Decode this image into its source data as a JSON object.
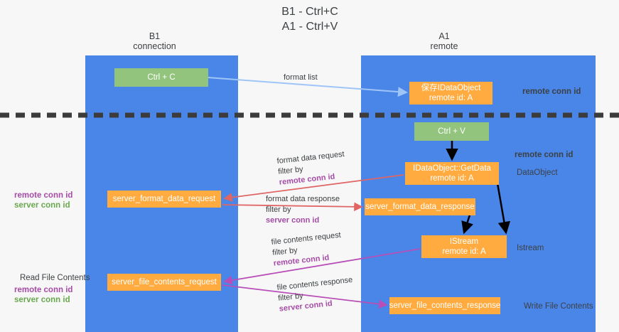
{
  "title": {
    "line1": "B1 - Ctrl+C",
    "line2": "A1 - Ctrl+V"
  },
  "lanes": [
    {
      "id": "b1",
      "name": "B1",
      "sub": "connection",
      "color": "#4a86e8"
    },
    {
      "id": "a1",
      "name": "A1",
      "sub": "remote",
      "color": "#4a86e8"
    }
  ],
  "colors": {
    "lane": "#4a86e8",
    "green_box": "#93c47d",
    "orange_box": "#ffab40",
    "purple_text": "#a64ca6",
    "green_text": "#6aa84f",
    "blue_arrow": "#9fc5f8",
    "red_arrow": "#e06666",
    "magenta_arrow": "#b84fb8",
    "black_arrow": "#000000",
    "separator": "#3c3c3c",
    "background": "#f7f7f7"
  },
  "nodes": {
    "ctrl_c": {
      "label": "Ctrl + C",
      "style": "green"
    },
    "save_dataobject": {
      "line1": "保存IDataObject",
      "line2": "remote id: A",
      "style": "orange"
    },
    "ctrl_v": {
      "label": "Ctrl + V",
      "style": "green"
    },
    "getdata": {
      "line1": "IDataObject::GetData",
      "line2": "remote id: A",
      "style": "orange"
    },
    "server_format_data_request": {
      "label": "server_format_data_request",
      "style": "orange"
    },
    "server_format_data_response": {
      "label": "server_format_data_response",
      "style": "orange"
    },
    "istream": {
      "line1": "IStream",
      "line2": "remote id: A",
      "style": "orange"
    },
    "server_file_contents_request": {
      "label": "server_file_contents_request",
      "style": "orange"
    },
    "server_file_contents_response": {
      "label": "server_file_contents_response",
      "style": "orange"
    }
  },
  "right_labels": {
    "remote_conn_id_top": "remote conn id",
    "remote_conn_id_mid": "remote conn id",
    "dataobject": "DataObject",
    "istream": "Istream",
    "write_file_contents": "Write File Contents"
  },
  "left_labels": {
    "remote_conn_id_1": "remote conn id",
    "server_conn_id_1": "server conn id",
    "read_file_contents": "Read File Contents",
    "remote_conn_id_2": "remote conn id",
    "server_conn_id_2": "server conn id"
  },
  "edges": {
    "format_list": {
      "label": "format list",
      "filter": ""
    },
    "format_data_request": {
      "label": "format data request",
      "filter_prefix": "filter by ",
      "filter_key": "remote conn id"
    },
    "format_data_response": {
      "label": "format data response",
      "filter_prefix": "filter by ",
      "filter_key": "server conn id"
    },
    "file_contents_request": {
      "label": "file contents request",
      "filter_prefix": "filter by ",
      "filter_key": "remote conn id"
    },
    "file_contents_response": {
      "label": "file contents response",
      "filter_prefix": "filter by ",
      "filter_key": "server conn id"
    }
  }
}
